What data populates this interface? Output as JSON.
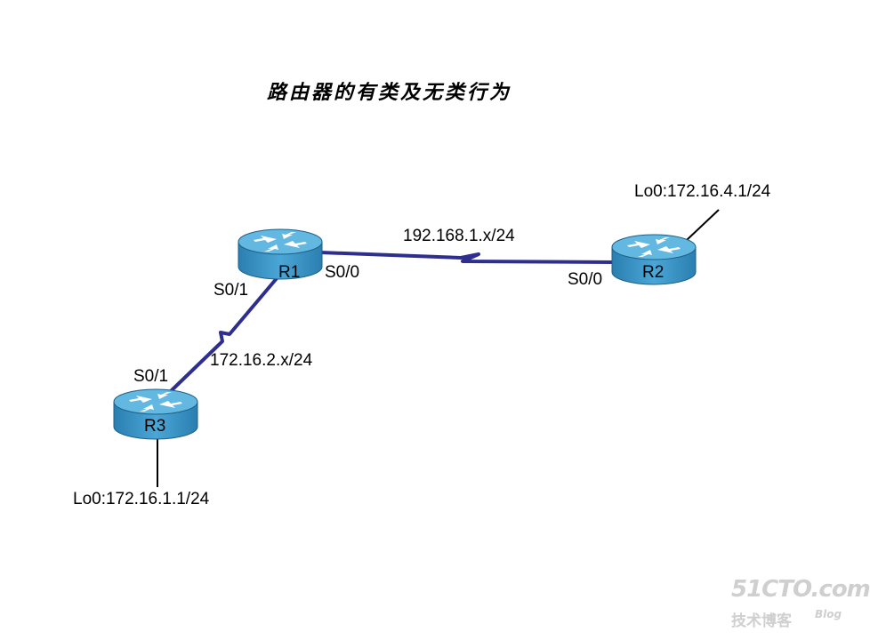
{
  "title": "路由器的有类及无类行为",
  "routers": {
    "r1": {
      "name": "R1"
    },
    "r2": {
      "name": "R2"
    },
    "r3": {
      "name": "R3"
    }
  },
  "links": {
    "r1_r2": {
      "network": "192.168.1.x/24",
      "r1_interface": "S0/0",
      "r2_interface": "S0/0"
    },
    "r1_r3": {
      "network": "172.16.2.x/24",
      "r1_interface": "S0/1",
      "r3_interface": "S0/1"
    }
  },
  "loopbacks": {
    "r2": "Lo0:172.16.4.1/24",
    "r3": "Lo0:172.16.1.1/24"
  },
  "watermark": {
    "domain": "51CTO.com",
    "tagline": "技术博客",
    "blog": "Blog"
  },
  "colors": {
    "serial_link": "#2e2e8f",
    "router_body": "#3a93c2",
    "router_top": "#5fb6df"
  },
  "icons": {
    "router": "router-icon"
  }
}
